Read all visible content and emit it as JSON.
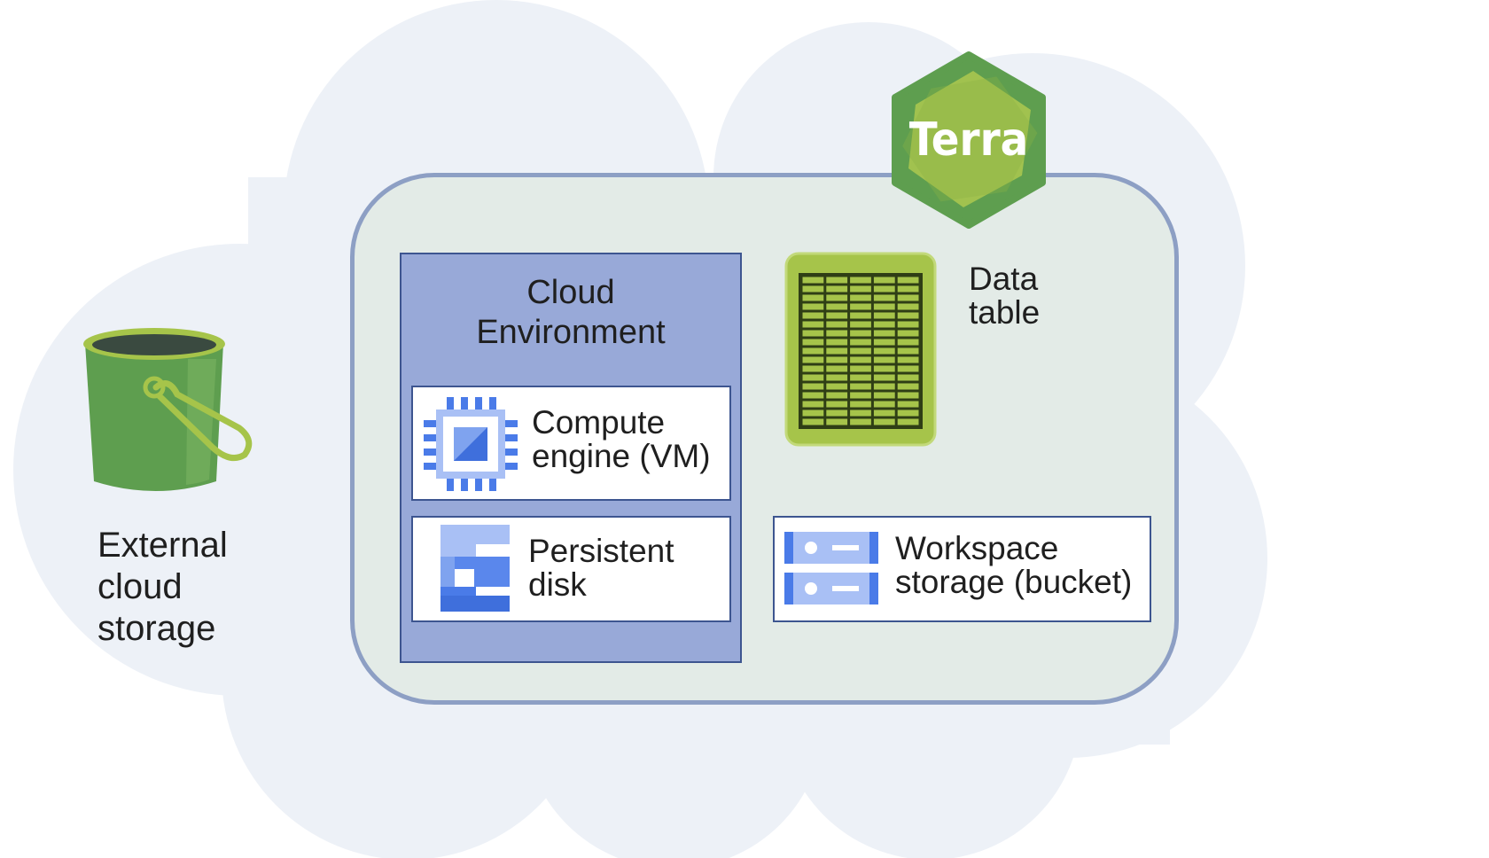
{
  "logo": {
    "text": "Terra"
  },
  "external_storage": {
    "label": "External\ncloud\nstorage",
    "icon": "bucket-icon"
  },
  "cloud_environment": {
    "title": "Cloud\nEnvironment",
    "items": [
      {
        "label": "Compute\nengine (VM)",
        "icon": "cpu-chip-icon"
      },
      {
        "label": "Persistent\ndisk",
        "icon": "persistent-disk-icon"
      }
    ]
  },
  "data_table": {
    "label": "Data\ntable",
    "icon": "spreadsheet-icon"
  },
  "workspace_storage": {
    "label": "Workspace\nstorage (bucket)",
    "icon": "storage-bucket-icon"
  },
  "colors": {
    "background_blob": "#edf1f7",
    "workspace_fill": "#e3ebe7",
    "workspace_border": "#8d9fc4",
    "cloud_env_fill": "#98a9d8",
    "terra_green": "#5e9e4f",
    "lime": "#a6c44a",
    "google_blue": "#4a7be8"
  }
}
